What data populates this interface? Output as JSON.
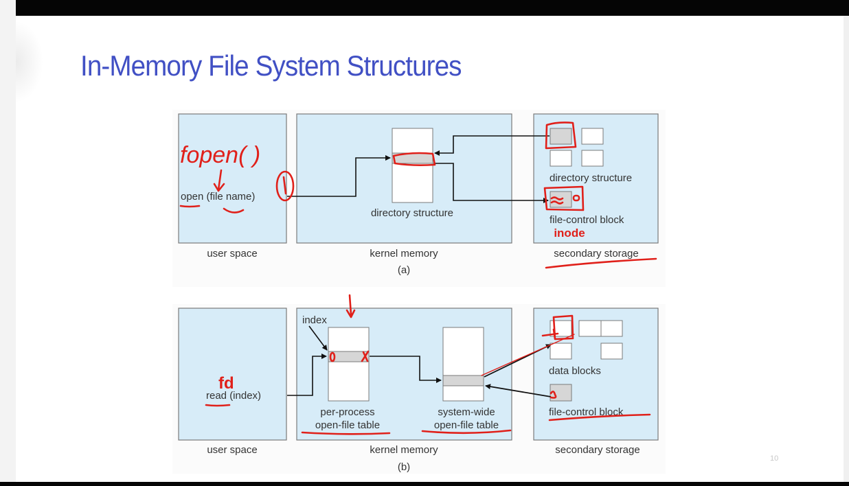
{
  "slide": {
    "title": "In-Memory File System Structures",
    "page_number": "10"
  },
  "colors": {
    "title": "#4150c4",
    "box_fill": "#d7ecf8",
    "box_stroke": "#7a7a7a",
    "highlight_entry": "#d6d6d6",
    "annotation_ink": "#e0201a"
  },
  "diagram_a": {
    "caption": "(a)",
    "regions": {
      "user_space": "user space",
      "kernel_memory": "kernel memory",
      "secondary_storage": "secondary storage"
    },
    "call_label": "open (file name)",
    "kernel_table_label": "directory structure",
    "storage_labels": {
      "directory": "directory structure",
      "fcb": "file-control block"
    },
    "annotations": {
      "fopen": "fopen( )",
      "step": "1",
      "inode": "inode"
    }
  },
  "diagram_b": {
    "caption": "(b)",
    "regions": {
      "user_space": "user space",
      "kernel_memory": "kernel memory",
      "secondary_storage": "secondary storage"
    },
    "call_label": "read (index)",
    "index_label": "index",
    "per_process_table": [
      "per-process",
      "open-file table"
    ],
    "system_wide_table": [
      "system-wide",
      "open-file table"
    ],
    "storage_labels": {
      "data_blocks": "data blocks",
      "fcb": "file-control block"
    },
    "annotations": {
      "fd": "fd",
      "zero": "0",
      "x": "x"
    }
  }
}
